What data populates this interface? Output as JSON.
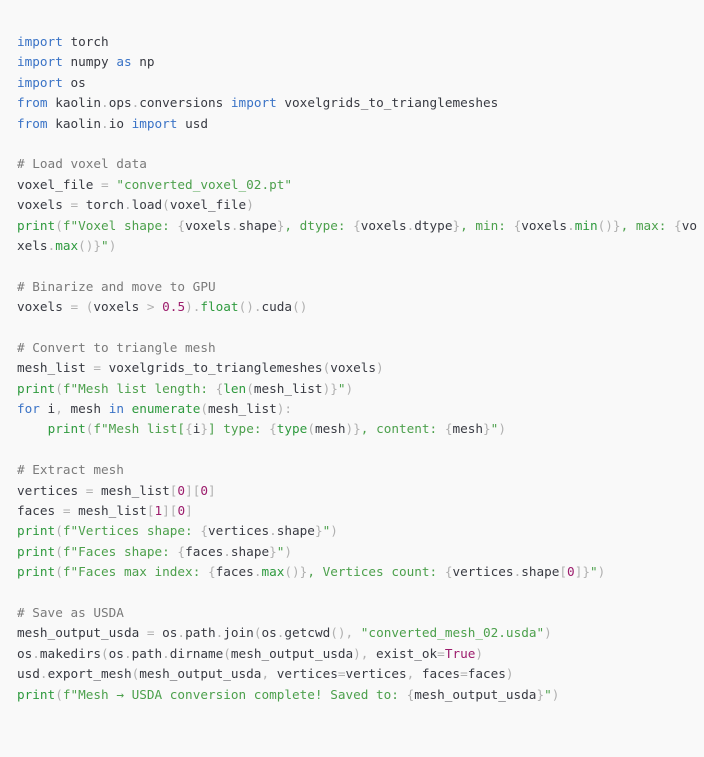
{
  "lines": [
    [
      [
        "kw",
        "import"
      ],
      [
        "plain",
        " torch"
      ]
    ],
    [
      [
        "kw",
        "import"
      ],
      [
        "plain",
        " numpy "
      ],
      [
        "kw",
        "as"
      ],
      [
        "plain",
        " np"
      ]
    ],
    [
      [
        "kw",
        "import"
      ],
      [
        "plain",
        " os"
      ]
    ],
    [
      [
        "kw",
        "from"
      ],
      [
        "plain",
        " kaolin"
      ],
      [
        "op",
        "."
      ],
      [
        "plain",
        "ops"
      ],
      [
        "op",
        "."
      ],
      [
        "plain",
        "conversions "
      ],
      [
        "kw",
        "import"
      ],
      [
        "plain",
        " voxelgrids_to_trianglemeshes"
      ]
    ],
    [
      [
        "kw",
        "from"
      ],
      [
        "plain",
        " kaolin"
      ],
      [
        "op",
        "."
      ],
      [
        "plain",
        "io "
      ],
      [
        "kw",
        "import"
      ],
      [
        "plain",
        " usd"
      ]
    ],
    [],
    [
      [
        "cm",
        "# Load voxel data"
      ]
    ],
    [
      [
        "plain",
        "voxel_file "
      ],
      [
        "op",
        "="
      ],
      [
        "plain",
        " "
      ],
      [
        "str",
        "\"converted_voxel_02.pt\""
      ]
    ],
    [
      [
        "plain",
        "voxels "
      ],
      [
        "op",
        "="
      ],
      [
        "plain",
        " torch"
      ],
      [
        "op",
        "."
      ],
      [
        "plain",
        "load"
      ],
      [
        "op",
        "("
      ],
      [
        "plain",
        "voxel_file"
      ],
      [
        "op",
        ")"
      ]
    ],
    [
      [
        "fn",
        "print"
      ],
      [
        "op",
        "("
      ],
      [
        "str",
        "f\"Voxel shape: "
      ],
      [
        "op",
        "{"
      ],
      [
        "plain",
        "voxels"
      ],
      [
        "op",
        "."
      ],
      [
        "plain",
        "shape"
      ],
      [
        "op",
        "}"
      ],
      [
        "str",
        ", dtype: "
      ],
      [
        "op",
        "{"
      ],
      [
        "plain",
        "voxels"
      ],
      [
        "op",
        "."
      ],
      [
        "plain",
        "dtype"
      ],
      [
        "op",
        "}"
      ],
      [
        "str",
        ", min: "
      ],
      [
        "op",
        "{"
      ],
      [
        "plain",
        "voxels"
      ],
      [
        "op",
        "."
      ],
      [
        "fn",
        "min"
      ],
      [
        "op",
        "()}"
      ],
      [
        "str",
        ", max: "
      ],
      [
        "op",
        "{"
      ],
      [
        "plain",
        "vo"
      ]
    ],
    [
      [
        "plain",
        "xels"
      ],
      [
        "op",
        "."
      ],
      [
        "fn",
        "max"
      ],
      [
        "op",
        "()}"
      ],
      [
        "str",
        "\""
      ],
      [
        "op",
        ")"
      ]
    ],
    [],
    [
      [
        "cm",
        "# Binarize and move to GPU"
      ]
    ],
    [
      [
        "plain",
        "voxels "
      ],
      [
        "op",
        "="
      ],
      [
        "plain",
        " "
      ],
      [
        "op",
        "("
      ],
      [
        "plain",
        "voxels "
      ],
      [
        "op",
        ">"
      ],
      [
        "plain",
        " "
      ],
      [
        "num",
        "0.5"
      ],
      [
        "op",
        ")."
      ],
      [
        "fn",
        "float"
      ],
      [
        "op",
        "()."
      ],
      [
        "plain",
        "cuda"
      ],
      [
        "op",
        "()"
      ]
    ],
    [],
    [
      [
        "cm",
        "# Convert to triangle mesh"
      ]
    ],
    [
      [
        "plain",
        "mesh_list "
      ],
      [
        "op",
        "="
      ],
      [
        "plain",
        " voxelgrids_to_trianglemeshes"
      ],
      [
        "op",
        "("
      ],
      [
        "plain",
        "voxels"
      ],
      [
        "op",
        ")"
      ]
    ],
    [
      [
        "fn",
        "print"
      ],
      [
        "op",
        "("
      ],
      [
        "str",
        "f\"Mesh list length: "
      ],
      [
        "op",
        "{"
      ],
      [
        "fn",
        "len"
      ],
      [
        "op",
        "("
      ],
      [
        "plain",
        "mesh_list"
      ],
      [
        "op",
        ")}"
      ],
      [
        "str",
        "\""
      ],
      [
        "op",
        ")"
      ]
    ],
    [
      [
        "kw",
        "for"
      ],
      [
        "plain",
        " i"
      ],
      [
        "op",
        ","
      ],
      [
        "plain",
        " mesh "
      ],
      [
        "kw",
        "in"
      ],
      [
        "plain",
        " "
      ],
      [
        "fn",
        "enumerate"
      ],
      [
        "op",
        "("
      ],
      [
        "plain",
        "mesh_list"
      ],
      [
        "op",
        "):"
      ]
    ],
    [
      [
        "plain",
        "    "
      ],
      [
        "fn",
        "print"
      ],
      [
        "op",
        "("
      ],
      [
        "str",
        "f\"Mesh list["
      ],
      [
        "op",
        "{"
      ],
      [
        "plain",
        "i"
      ],
      [
        "op",
        "}"
      ],
      [
        "str",
        "] type: "
      ],
      [
        "op",
        "{"
      ],
      [
        "fn",
        "type"
      ],
      [
        "op",
        "("
      ],
      [
        "plain",
        "mesh"
      ],
      [
        "op",
        ")}"
      ],
      [
        "str",
        ", content: "
      ],
      [
        "op",
        "{"
      ],
      [
        "plain",
        "mesh"
      ],
      [
        "op",
        "}"
      ],
      [
        "str",
        "\""
      ],
      [
        "op",
        ")"
      ]
    ],
    [],
    [
      [
        "cm",
        "# Extract mesh"
      ]
    ],
    [
      [
        "plain",
        "vertices "
      ],
      [
        "op",
        "="
      ],
      [
        "plain",
        " mesh_list"
      ],
      [
        "op",
        "["
      ],
      [
        "num",
        "0"
      ],
      [
        "op",
        "]["
      ],
      [
        "num",
        "0"
      ],
      [
        "op",
        "]"
      ]
    ],
    [
      [
        "plain",
        "faces "
      ],
      [
        "op",
        "="
      ],
      [
        "plain",
        " mesh_list"
      ],
      [
        "op",
        "["
      ],
      [
        "num",
        "1"
      ],
      [
        "op",
        "]["
      ],
      [
        "num",
        "0"
      ],
      [
        "op",
        "]"
      ]
    ],
    [
      [
        "fn",
        "print"
      ],
      [
        "op",
        "("
      ],
      [
        "str",
        "f\"Vertices shape: "
      ],
      [
        "op",
        "{"
      ],
      [
        "plain",
        "vertices"
      ],
      [
        "op",
        "."
      ],
      [
        "plain",
        "shape"
      ],
      [
        "op",
        "}"
      ],
      [
        "str",
        "\""
      ],
      [
        "op",
        ")"
      ]
    ],
    [
      [
        "fn",
        "print"
      ],
      [
        "op",
        "("
      ],
      [
        "str",
        "f\"Faces shape: "
      ],
      [
        "op",
        "{"
      ],
      [
        "plain",
        "faces"
      ],
      [
        "op",
        "."
      ],
      [
        "plain",
        "shape"
      ],
      [
        "op",
        "}"
      ],
      [
        "str",
        "\""
      ],
      [
        "op",
        ")"
      ]
    ],
    [
      [
        "fn",
        "print"
      ],
      [
        "op",
        "("
      ],
      [
        "str",
        "f\"Faces max index: "
      ],
      [
        "op",
        "{"
      ],
      [
        "plain",
        "faces"
      ],
      [
        "op",
        "."
      ],
      [
        "fn",
        "max"
      ],
      [
        "op",
        "()}"
      ],
      [
        "str",
        ", Vertices count: "
      ],
      [
        "op",
        "{"
      ],
      [
        "plain",
        "vertices"
      ],
      [
        "op",
        "."
      ],
      [
        "plain",
        "shape"
      ],
      [
        "op",
        "["
      ],
      [
        "num",
        "0"
      ],
      [
        "op",
        "]}"
      ],
      [
        "str",
        "\""
      ],
      [
        "op",
        ")"
      ]
    ],
    [],
    [
      [
        "cm",
        "# Save as USDA"
      ]
    ],
    [
      [
        "plain",
        "mesh_output_usda "
      ],
      [
        "op",
        "="
      ],
      [
        "plain",
        " os"
      ],
      [
        "op",
        "."
      ],
      [
        "plain",
        "path"
      ],
      [
        "op",
        "."
      ],
      [
        "plain",
        "join"
      ],
      [
        "op",
        "("
      ],
      [
        "plain",
        "os"
      ],
      [
        "op",
        "."
      ],
      [
        "plain",
        "getcwd"
      ],
      [
        "op",
        "(),"
      ],
      [
        "plain",
        " "
      ],
      [
        "str",
        "\"converted_mesh_02.usda\""
      ],
      [
        "op",
        ")"
      ]
    ],
    [
      [
        "plain",
        "os"
      ],
      [
        "op",
        "."
      ],
      [
        "plain",
        "makedirs"
      ],
      [
        "op",
        "("
      ],
      [
        "plain",
        "os"
      ],
      [
        "op",
        "."
      ],
      [
        "plain",
        "path"
      ],
      [
        "op",
        "."
      ],
      [
        "plain",
        "dirname"
      ],
      [
        "op",
        "("
      ],
      [
        "plain",
        "mesh_output_usda"
      ],
      [
        "op",
        "),"
      ],
      [
        "plain",
        " exist_ok"
      ],
      [
        "op",
        "="
      ],
      [
        "num",
        "True"
      ],
      [
        "op",
        ")"
      ]
    ],
    [
      [
        "plain",
        "usd"
      ],
      [
        "op",
        "."
      ],
      [
        "plain",
        "export_mesh"
      ],
      [
        "op",
        "("
      ],
      [
        "plain",
        "mesh_output_usda"
      ],
      [
        "op",
        ","
      ],
      [
        "plain",
        " vertices"
      ],
      [
        "op",
        "="
      ],
      [
        "plain",
        "vertices"
      ],
      [
        "op",
        ","
      ],
      [
        "plain",
        " faces"
      ],
      [
        "op",
        "="
      ],
      [
        "plain",
        "faces"
      ],
      [
        "op",
        ")"
      ]
    ],
    [
      [
        "fn",
        "print"
      ],
      [
        "op",
        "("
      ],
      [
        "str",
        "f\"Mesh → USDA conversion complete! Saved to: "
      ],
      [
        "op",
        "{"
      ],
      [
        "plain",
        "mesh_output_usda"
      ],
      [
        "op",
        "}"
      ],
      [
        "str",
        "\""
      ],
      [
        "op",
        ")"
      ]
    ]
  ]
}
